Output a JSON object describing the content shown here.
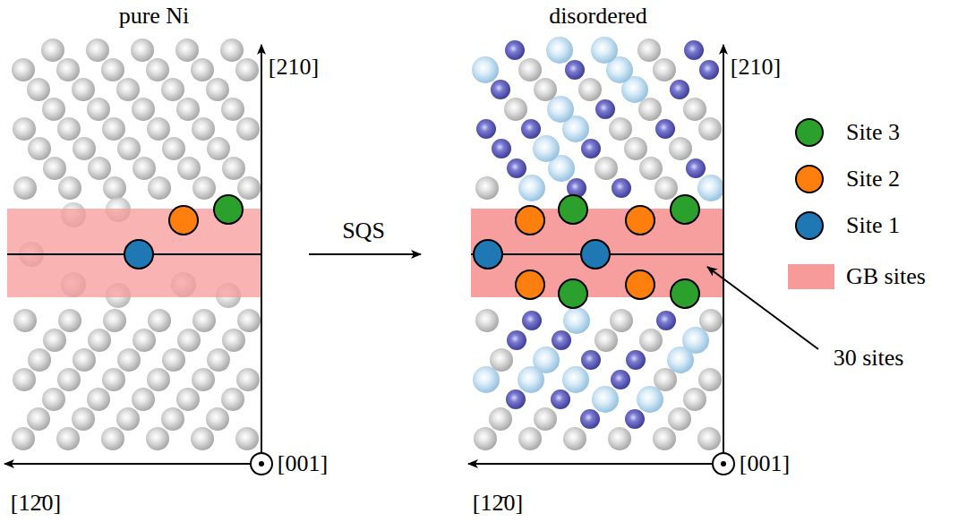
{
  "diagram": {
    "labels": [
      "pure Ni",
      "disordered",
      "[210]",
      "[001]",
      "[12̄0]",
      "SQS",
      "[210]",
      "[001]",
      "[12̄0]",
      "30 sites"
    ],
    "legend": [
      {
        "text": "Site 3",
        "color": "#2ca02c"
      },
      {
        "text": "Site 2",
        "color": "#ff7f0e"
      },
      {
        "text": "Site 1",
        "color": "#1f77b4"
      },
      {
        "text": "GB sites",
        "color": "#f79a9a"
      }
    ]
  }
}
